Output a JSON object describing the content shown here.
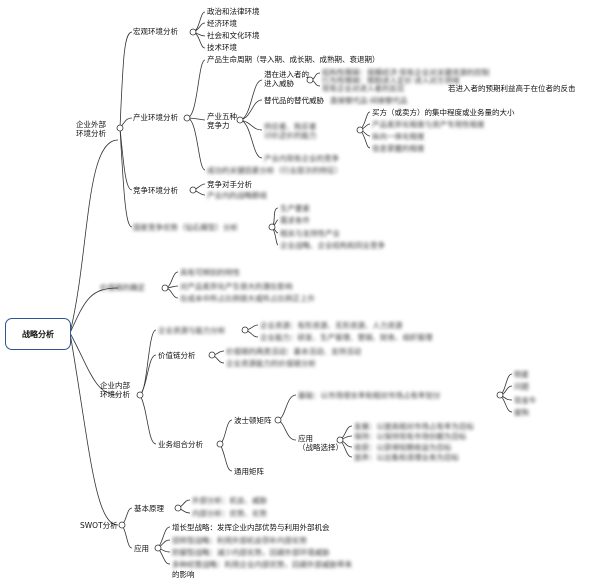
{
  "root": "战略分析",
  "branches": {
    "external": {
      "label": "企业外部\n环境分析",
      "macro": {
        "label": "宏观环境分析",
        "items": [
          "政治和法律环境",
          "经济环境",
          "社会和文化环境",
          "技术环境"
        ]
      },
      "industry": {
        "label": "产业环境分析",
        "lifecycle": "产品生命周期（导入期、成长期、成熟期、衰退期）",
        "five_forces": {
          "label": "产业五种\n竞争力",
          "potential_entrants": "潜在进入者的\n进入威胁",
          "pe_items": [
            "结构性障碍：规模经济·现有企业对关键资源的控制",
            "行为性障碍：限制进入定价·进入对方领域",
            "现有企业对进入者的反应",
            "若进入者的预期利益高于在位者的反击"
          ],
          "substitutes": "替代品的替代威胁",
          "sub_item": "直接替代品·间接替代品",
          "buyers_suppliers": "供应者、购买者\n讨价还价的能力",
          "bs_items": [
            "买方（或卖方）的集中程度或业务量的大小",
            "产品差异化程度与资产专用性程度",
            "纵向一体化程度",
            "信息掌握的程度"
          ],
          "rivalry": "产业内现有企业的竞争"
        },
        "success_factors": "成功的关键因素分析（行业层次的特征）"
      },
      "competition": {
        "label": "竞争环境分析",
        "items": [
          "竞争对手分析",
          "产业内的战略群组"
        ]
      },
      "national": {
        "label": "国家竞争优势（钻石模型）分析",
        "items": [
          "生产要素",
          "需求条件",
          "相关与支持性产业",
          "企业战略、企业结构和同业竞争"
        ]
      }
    },
    "value": {
      "label": "价值链的确定",
      "items": [
        "具有可辨别的特性",
        "对产品差异化产生很大的潜在影响",
        "在成本中所占比例很大或所占比例正上升"
      ]
    },
    "internal": {
      "label": "企业内部\n环境分析",
      "resources": {
        "label": "企业资源与能力分析",
        "items": [
          "企业资源：有形资源、无形资源、人力资源",
          "企业能力：研发、生产管理、营销、财务、组织管理"
        ]
      },
      "valuechain": {
        "label": "价值链分析",
        "items": [
          "价值链的两类活动：基本活动、支持活动",
          "企业资源能力的价值链分析"
        ]
      },
      "portfolio": {
        "label": "业务组合分析",
        "bcg": "波士顿矩阵",
        "bcg_basis": "基础：以市场增长率和相对市场占有率划分",
        "bcg_types": [
          "明星",
          "问题",
          "现金牛",
          "瘦狗"
        ],
        "bcg_app": "应用\n（战略选择）",
        "bcg_app_items": [
          "发展：以提高相对市场占有率为目标",
          "保持：以保持现有市场份额为目标",
          "收获：以获得短期收益为目标",
          "放弃：以出售和清理业务为目标"
        ],
        "ge": "通用矩阵"
      }
    },
    "swot": {
      "label": "SWOT分析",
      "basic": {
        "label": "基本原理",
        "items": [
          "外部分析：机会、威胁",
          "内部分析：优势、劣势"
        ]
      },
      "apply": {
        "label": "应用",
        "items": [
          "增长型战略：发挥企业内部优势与利用外部机会",
          "扭转型战略：利用外部机会弥补内部劣势",
          "防御型战略：减少内部劣势，回避外部环境威胁",
          "多种经营战略：利用企业内部优势，回避外部威胁带来"
        ],
        "tail": "的影响"
      }
    }
  }
}
